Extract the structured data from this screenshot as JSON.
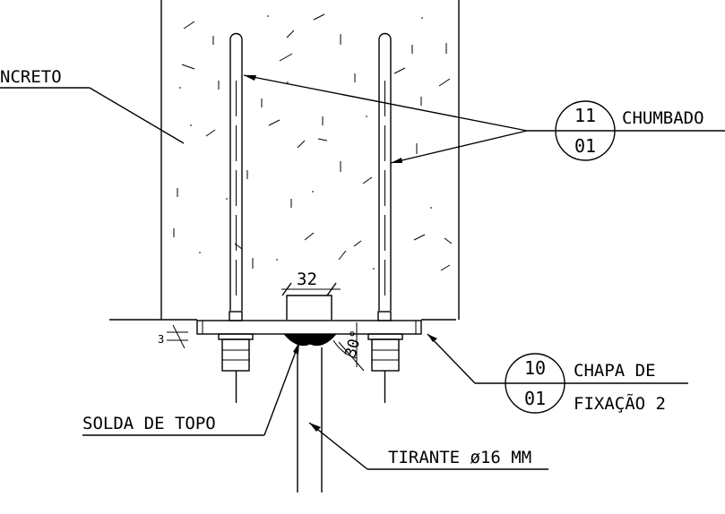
{
  "labels": {
    "concrete": "NCRETO",
    "anchor": "CHUMBADO",
    "plate_line1": "CHAPA DE",
    "plate_line2": "FIXAÇÃO 2",
    "weld": "SOLDA DE TOPO",
    "rod": "TIRANTE ø16 MM"
  },
  "detail_refs": {
    "anchor": {
      "top": "11",
      "bottom": "01"
    },
    "plate": {
      "top": "10",
      "bottom": "01"
    }
  },
  "dimensions": {
    "gap_width": "32",
    "weld_angle": "30°",
    "left_small": "3"
  },
  "colors": {
    "line": "#000000",
    "background": "#ffffff"
  }
}
